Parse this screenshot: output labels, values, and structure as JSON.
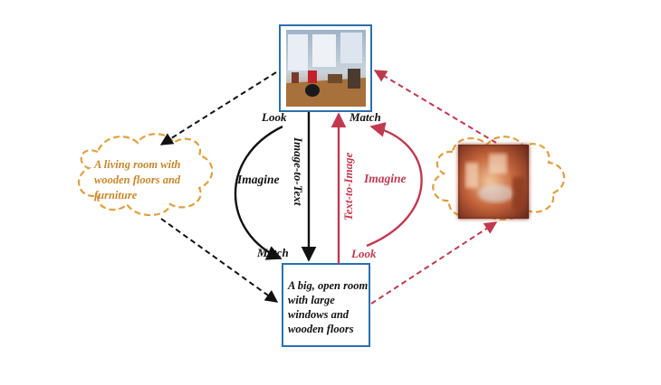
{
  "nodes": {
    "thought_caption": "A living room with wooden floors and furniture",
    "text_caption": "A big, open room with large windows and wooden floors",
    "photo_icon": "photo-of-living-room",
    "imagined_photo_icon": "blurry-imagined-room"
  },
  "labels": {
    "look_left": "Look",
    "match_left": "Match",
    "match_top": "Match",
    "look_right": "Look",
    "imagine_left": "Imagine",
    "imagine_right": "Imagine",
    "image_to_text": "Image-to-Text",
    "text_to_image": "Text-to-Image"
  },
  "colors": {
    "black_path": "#111111",
    "red_path": "#c0394f",
    "thought_outline": "#e0a040",
    "thought_text": "#c8862a",
    "box_border": "#2a6fb0"
  }
}
